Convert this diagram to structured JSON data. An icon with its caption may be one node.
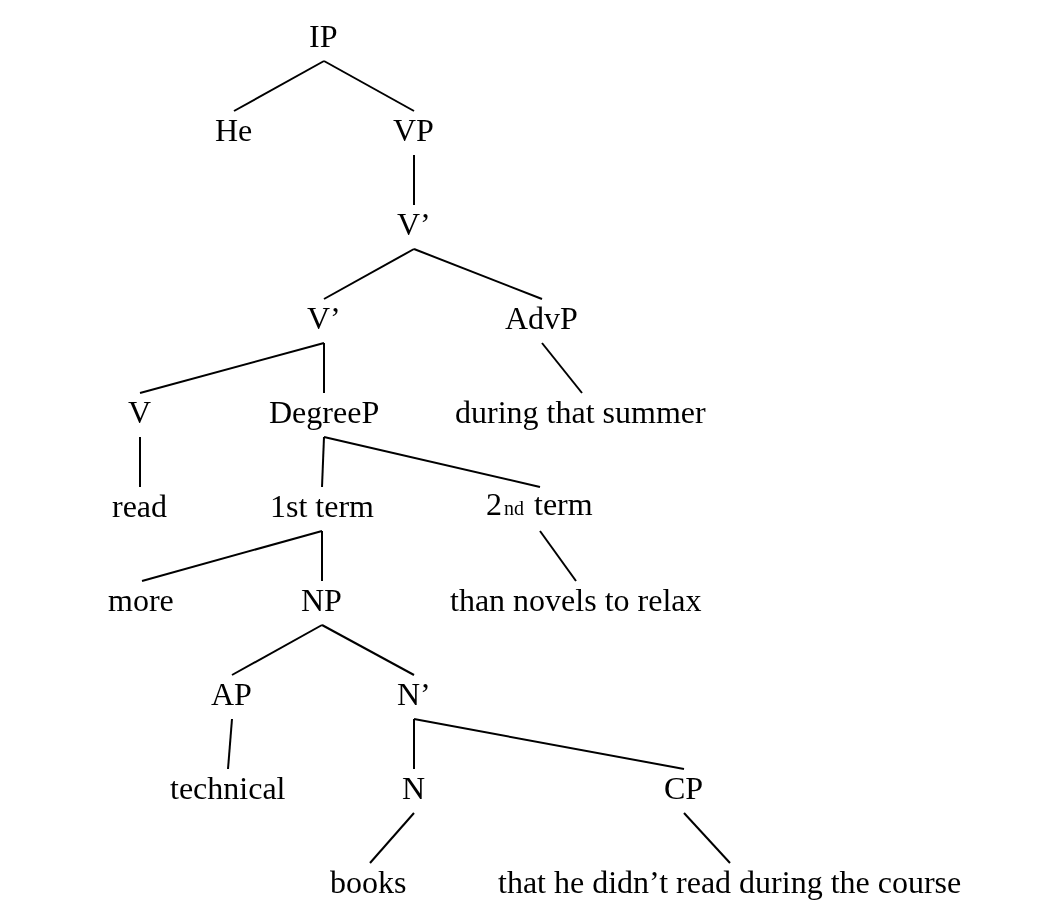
{
  "diagram": {
    "nodes": [
      {
        "text": [
          "IP"
        ]
      },
      {
        "text": [
          "He"
        ]
      },
      {
        "text": [
          "VP"
        ]
      },
      {
        "text": [
          "V’"
        ]
      },
      {
        "text": [
          "V’"
        ]
      },
      {
        "text": [
          "AdvP"
        ]
      },
      {
        "text": [
          "during that summer"
        ]
      },
      {
        "text": [
          "V"
        ]
      },
      {
        "text": [
          "DegreeP"
        ]
      },
      {
        "text": [
          "read"
        ]
      },
      {
        "text": [
          "1st term"
        ]
      },
      {
        "text": [
          "2$^{nd}$ term"
        ]
      },
      {
        "text": [
          "more"
        ]
      },
      {
        "text": [
          "NP"
        ]
      },
      {
        "text": [
          "than novels to relax"
        ]
      },
      {
        "text": [
          "AP"
        ]
      },
      {
        "text": [
          "N’"
        ]
      },
      {
        "text": [
          "technical"
        ]
      },
      {
        "text": [
          "N"
        ]
      },
      {
        "text": [
          "CP"
        ]
      },
      {
        "text": [
          "books"
        ]
      },
      {
        "text": [
          "that he didn’t read during the course"
        ]
      }
    ],
    "edges": [
      {
        "from": 0,
        "to": 1,
        "arrow": "none"
      },
      {
        "from": 0,
        "to": 2,
        "arrow": "none"
      },
      {
        "from": 2,
        "to": 3,
        "arrow": "none"
      },
      {
        "from": 3,
        "to": 4,
        "arrow": "none"
      },
      {
        "from": 3,
        "to": 5,
        "arrow": "none"
      },
      {
        "from": 5,
        "to": 6,
        "arrow": "none"
      },
      {
        "from": 4,
        "to": 7,
        "arrow": "none"
      },
      {
        "from": 4,
        "to": 8,
        "arrow": "none"
      },
      {
        "from": 7,
        "to": 9,
        "arrow": "none"
      },
      {
        "from": 8,
        "to": 10,
        "arrow": "none"
      },
      {
        "from": 8,
        "to": 11,
        "arrow": "none"
      },
      {
        "from": 10,
        "to": 12,
        "arrow": "none"
      },
      {
        "from": 10,
        "to": 13,
        "arrow": "none"
      },
      {
        "from": 11,
        "to": 14,
        "arrow": "none"
      },
      {
        "from": 13,
        "to": 15,
        "arrow": "none"
      },
      {
        "from": 13,
        "to": 16,
        "arrow": "none"
      },
      {
        "from": 15,
        "to": 17,
        "arrow": "none"
      },
      {
        "from": 16,
        "to": 18,
        "arrow": "none"
      },
      {
        "from": 16,
        "to": 19,
        "arrow": "none"
      },
      {
        "from": 18,
        "to": 20,
        "arrow": "none"
      },
      {
        "from": 19,
        "to": 21,
        "arrow": "none"
      }
    ]
  }
}
